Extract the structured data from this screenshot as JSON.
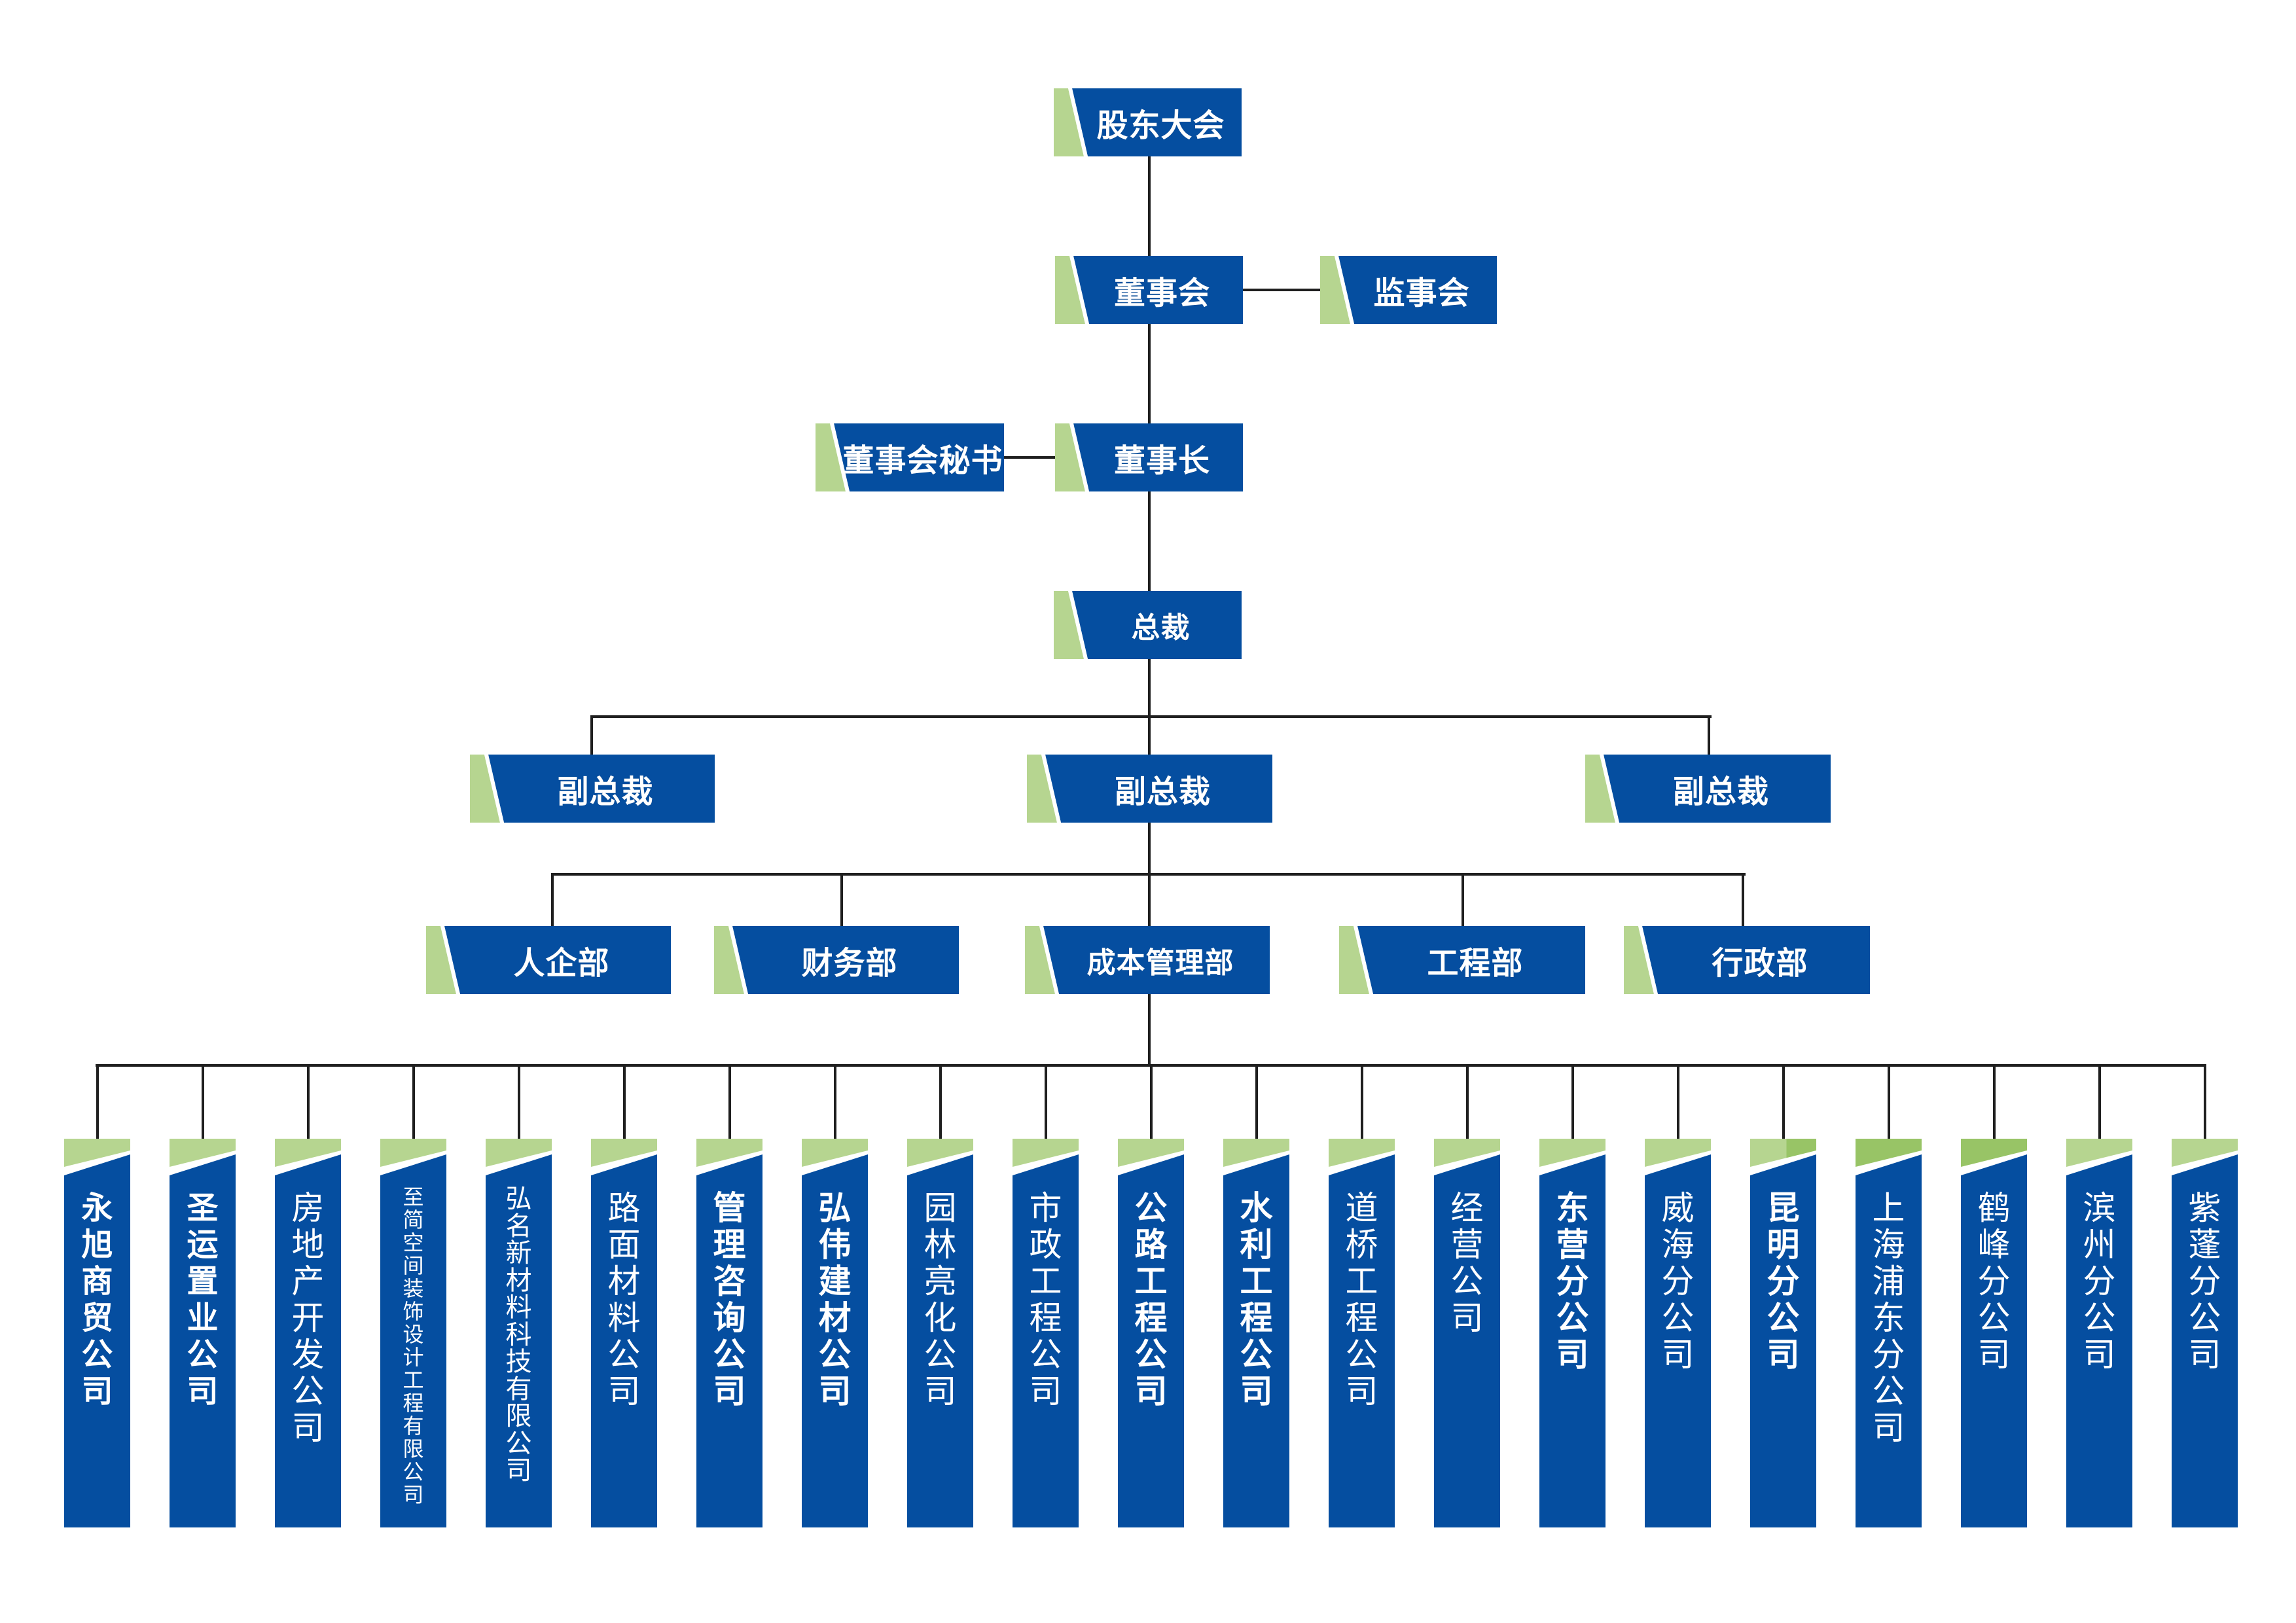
{
  "title": "组织架构图",
  "colors": {
    "box_blue": "#054ea0",
    "accent_green": "#b6d590",
    "accent_green_dark": "#98c466",
    "connector": "#1f1f1f",
    "text": "#ffffff"
  },
  "levels": {
    "shareholders": {
      "label": "股东大会"
    },
    "board": {
      "label": "董事会"
    },
    "supervisors": {
      "label": "监事会"
    },
    "board_secretary": {
      "label": "董事会秘书"
    },
    "chairman": {
      "label": "董事长"
    },
    "president": {
      "label": "总裁"
    },
    "vice_presidents": [
      {
        "label": "副总裁"
      },
      {
        "label": "副总裁"
      },
      {
        "label": "副总裁"
      }
    ],
    "departments": [
      {
        "label": "人企部"
      },
      {
        "label": "财务部"
      },
      {
        "label": "成本管理部"
      },
      {
        "label": "工程部"
      },
      {
        "label": "行政部"
      }
    ],
    "subsidiaries": [
      {
        "label": "永旭商贸公司",
        "style": "semi",
        "cap": "light"
      },
      {
        "label": "圣运置业公司",
        "style": "semi",
        "cap": "light"
      },
      {
        "label": "房地产开发公司",
        "style": "normal",
        "cap": "light"
      },
      {
        "label": "至简空间装饰设计工程有限公司",
        "style": "small",
        "cap": "light"
      },
      {
        "label": "弘名新材料科技有限公司",
        "style": "medium",
        "cap": "light"
      },
      {
        "label": "路面材料公司",
        "style": "normal",
        "cap": "light"
      },
      {
        "label": "管理咨询公司",
        "style": "bold",
        "cap": "light"
      },
      {
        "label": "弘伟建材公司",
        "style": "bold",
        "cap": "light"
      },
      {
        "label": "园林亮化公司",
        "style": "normal",
        "cap": "light"
      },
      {
        "label": "市政工程公司",
        "style": "normal",
        "cap": "light"
      },
      {
        "label": "公路工程公司",
        "style": "bold",
        "cap": "light"
      },
      {
        "label": "水利工程公司",
        "style": "bold",
        "cap": "light"
      },
      {
        "label": "道桥工程公司",
        "style": "normal",
        "cap": "light"
      },
      {
        "label": "经营公司",
        "style": "normal",
        "cap": "light"
      },
      {
        "label": "东营分公司",
        "style": "bold",
        "cap": "light"
      },
      {
        "label": "威海分公司",
        "style": "normal",
        "cap": "light"
      },
      {
        "label": "昆明分公司",
        "style": "bold",
        "cap": "split"
      },
      {
        "label": "上海浦东分公司",
        "style": "normal",
        "cap": "dark"
      },
      {
        "label": "鹤峰分公司",
        "style": "normal",
        "cap": "dark"
      },
      {
        "label": "滨州分公司",
        "style": "normal",
        "cap": "light"
      },
      {
        "label": "紫蓬分公司",
        "style": "normal",
        "cap": "light"
      }
    ]
  }
}
